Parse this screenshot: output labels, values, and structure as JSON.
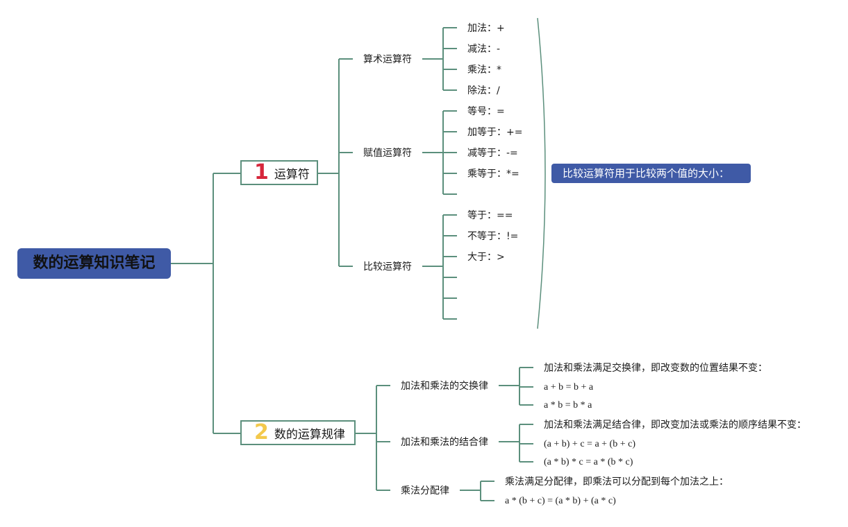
{
  "root": {
    "title": "数的运算知识笔记"
  },
  "colors": {
    "line": "#5b8f7c",
    "root_bg": "#3f5aa6",
    "num1": "#d6263b",
    "num2": "#f3c94c",
    "callout_bg": "#3f5aa6"
  },
  "topic1": {
    "number": "1",
    "label": "运算符",
    "branches": [
      {
        "label": "算术运算符",
        "items": [
          "加法：+",
          "减法：-",
          "乘法：*",
          "除法：/"
        ]
      },
      {
        "label": "赋值运算符",
        "items": [
          "等号：=",
          "加等于：+=",
          "减等于：-=",
          "乘等于：*="
        ]
      },
      {
        "label": "比较运算符",
        "items": [
          "等于：==",
          "不等于：!=",
          "大于：>"
        ]
      }
    ],
    "callout": "比较运算符用于比较两个值的大小："
  },
  "topic2": {
    "number": "2",
    "label": "数的运算规律",
    "branches": [
      {
        "label": "加法和乘法的交换律",
        "items": [
          "加法和乘法满足交换律，即改变数的位置结果不变：",
          "a + b = b + a",
          "a * b = b * a"
        ]
      },
      {
        "label": "加法和乘法的结合律",
        "items": [
          "加法和乘法满足结合律，即改变加法或乘法的顺序结果不变：",
          "(a + b) + c = a + (b + c)",
          "(a * b) * c = a * (b * c)"
        ]
      },
      {
        "label": "乘法分配律",
        "items": [
          "乘法满足分配律，即乘法可以分配到每个加法之上：",
          "a * (b + c) = (a * b) + (a * c)"
        ]
      }
    ]
  }
}
